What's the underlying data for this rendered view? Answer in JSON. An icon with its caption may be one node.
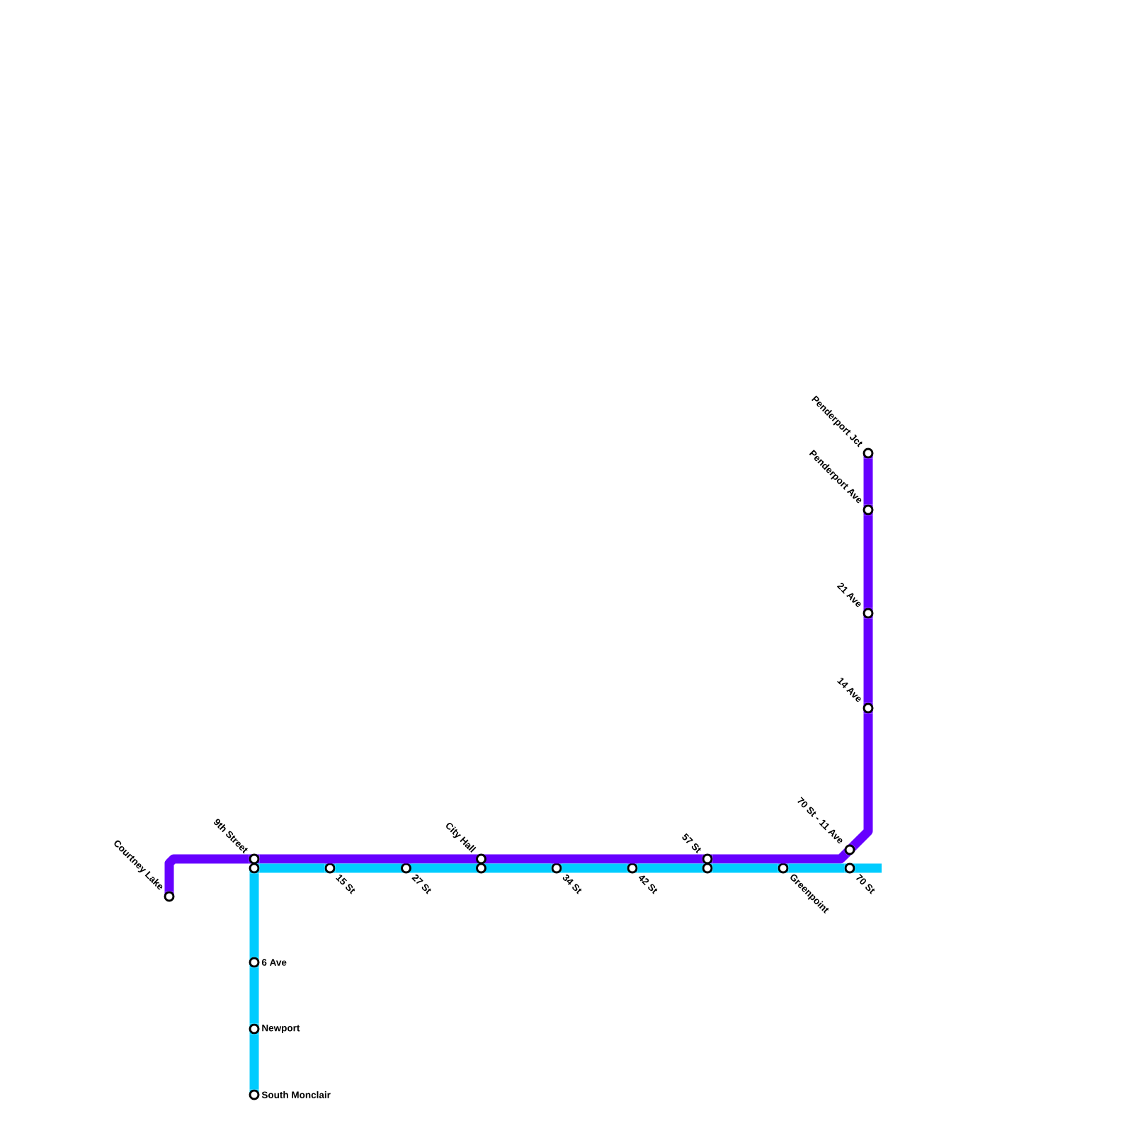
{
  "diagram": {
    "nodes": [
      {
        "text": [],
        "shape": "circle",
        "beside": [
          "Penderport Jct"
        ]
      },
      {
        "text": [],
        "shape": "circle",
        "beside": [
          "Penderport Ave"
        ]
      },
      {
        "text": [],
        "shape": "circle",
        "beside": [
          "21 Ave"
        ]
      },
      {
        "text": [],
        "shape": "circle",
        "beside": [
          "14 Ave"
        ]
      },
      {
        "text": [],
        "shape": "circle",
        "beside": [
          "70 St - 11 Ave"
        ]
      },
      {
        "text": [],
        "shape": "circle",
        "beside": [
          "9th Street"
        ]
      },
      {
        "text": [],
        "shape": "circle",
        "beside": [
          "City Hall"
        ]
      },
      {
        "text": [],
        "shape": "circle",
        "beside": [
          "57 St"
        ]
      },
      {
        "text": [],
        "shape": "circle"
      },
      {
        "text": [],
        "shape": "circle",
        "beside": [
          "15 St"
        ]
      },
      {
        "text": [],
        "shape": "circle",
        "beside": [
          "27 St"
        ]
      },
      {
        "text": [],
        "shape": "circle"
      },
      {
        "text": [],
        "shape": "circle",
        "beside": [
          "34 St"
        ]
      },
      {
        "text": [],
        "shape": "circle",
        "beside": [
          "42 St"
        ]
      },
      {
        "text": [],
        "shape": "circle"
      },
      {
        "text": [],
        "shape": "circle",
        "beside": [
          "Greenpoint"
        ]
      },
      {
        "text": [],
        "shape": "circle",
        "beside": [
          "70 St"
        ]
      },
      {
        "text": [],
        "shape": "circle",
        "beside": [
          "Courtney Lake"
        ]
      },
      {
        "text": [],
        "shape": "circle",
        "beside": [
          "6 Ave"
        ]
      },
      {
        "text": [],
        "shape": "circle",
        "beside": [
          "Newport"
        ]
      },
      {
        "text": [],
        "shape": "circle",
        "beside": [
          "South Monclair"
        ]
      }
    ],
    "edges": [
      {
        "from": 17,
        "to": 5,
        "arrow": "none",
        "color": "#6600ff"
      },
      {
        "from": 5,
        "to": 6,
        "arrow": "none",
        "color": "#6600ff"
      },
      {
        "from": 6,
        "to": 7,
        "arrow": "none",
        "color": "#6600ff"
      },
      {
        "from": 7,
        "to": 4,
        "arrow": "none",
        "color": "#6600ff"
      },
      {
        "from": 4,
        "to": 3,
        "arrow": "none",
        "color": "#6600ff"
      },
      {
        "from": 3,
        "to": 2,
        "arrow": "none",
        "color": "#6600ff"
      },
      {
        "from": 2,
        "to": 1,
        "arrow": "none",
        "color": "#6600ff"
      },
      {
        "from": 1,
        "to": 0,
        "arrow": "none",
        "color": "#6600ff"
      },
      {
        "from": 20,
        "to": 19,
        "arrow": "none"
      },
      {
        "from": 19,
        "to": 18,
        "arrow": "none"
      },
      {
        "from": 18,
        "to": 8,
        "arrow": "none"
      },
      {
        "from": 8,
        "to": 9,
        "arrow": "none"
      },
      {
        "from": 9,
        "to": 10,
        "arrow": "none"
      },
      {
        "from": 10,
        "to": 11,
        "arrow": "none"
      },
      {
        "from": 11,
        "to": 12,
        "arrow": "none"
      },
      {
        "from": 12,
        "to": 13,
        "arrow": "none"
      },
      {
        "from": 13,
        "to": 14,
        "arrow": "none"
      },
      {
        "from": 14,
        "to": 15,
        "arrow": "none"
      },
      {
        "from": 15,
        "to": 16,
        "arrow": "none"
      },
      {
        "from": 16,
        "to": null,
        "arrow": "none"
      }
    ]
  }
}
